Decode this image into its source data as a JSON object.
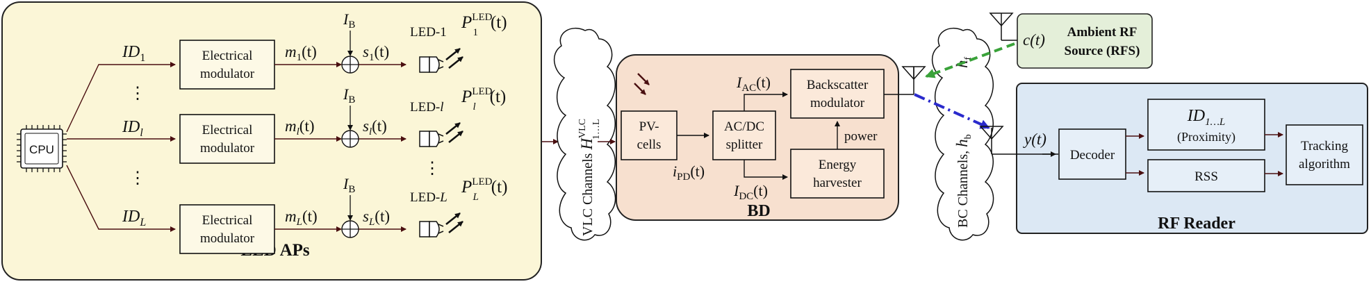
{
  "colors": {
    "led_panel_fill": "#fbf6d7",
    "bd_panel_fill": "#f7e0cf",
    "reader_panel_fill": "#dce8f4",
    "rfs_fill": "#e4efd9",
    "signal_arrow": "#4a0f10",
    "ambient_arrow": "#3aa23a",
    "backscatter_arrow": "#2a2acc"
  },
  "led_aps": {
    "title": "LED APs",
    "cpu_label": "CPU",
    "ellipsis": "⋮",
    "branches": [
      {
        "id_main": "ID",
        "id_sub": "1",
        "modulator": [
          "Electrical",
          "modulator"
        ],
        "m_main": "m",
        "m_sub": "1",
        "m_arg": "(t)",
        "bias_main": "I",
        "bias_sub": "B",
        "s_main": "s",
        "s_sub": "1",
        "s_arg": "(t)",
        "led_main": "LED-",
        "led_idx": "1",
        "p_main": "P",
        "p_sub": "1",
        "p_sup": "LED",
        "p_arg": "(t)"
      },
      {
        "id_main": "ID",
        "id_sub": "l",
        "modulator": [
          "Electrical",
          "modulator"
        ],
        "m_main": "m",
        "m_sub": "l",
        "m_arg": "(t)",
        "bias_main": "I",
        "bias_sub": "B",
        "s_main": "s",
        "s_sub": "l",
        "s_arg": "(t)",
        "led_main": "LED-",
        "led_idx": "l",
        "p_main": "P",
        "p_sub": "l",
        "p_sup": "LED",
        "p_arg": "(t)"
      },
      {
        "id_main": "ID",
        "id_sub": "L",
        "modulator": [
          "Electrical",
          "modulator"
        ],
        "m_main": "m",
        "m_sub": "L",
        "m_arg": "(t)",
        "bias_main": "I",
        "bias_sub": "B",
        "s_main": "s",
        "s_sub": "L",
        "s_arg": "(t)",
        "led_main": "LED-",
        "led_idx": "L",
        "p_main": "P",
        "p_sub": "L",
        "p_sup": "LED",
        "p_arg": "(t)"
      }
    ]
  },
  "vlc": {
    "label": "VLC Channels ",
    "h_main": "H",
    "h_sup": "VLC",
    "h_sub": "1…L"
  },
  "bd": {
    "title": "BD",
    "pv": [
      "PV-",
      "cells"
    ],
    "splitter": [
      "AC/DC",
      "splitter"
    ],
    "backscatter_mod": [
      "Backscatter",
      "modulator"
    ],
    "harvester": [
      "Energy",
      "harvester"
    ],
    "power_label": "power",
    "i_ac_main": "I",
    "i_ac_sub": "AC",
    "i_ac_arg": "(t)",
    "i_dc_main": "I",
    "i_dc_sub": "DC",
    "i_dc_arg": "(t)",
    "i_pd_main": "i",
    "i_pd_sub": "PD",
    "i_pd_arg": "(t)"
  },
  "bc": {
    "label": "BC Channels, ",
    "h_b_main": "h",
    "h_b_sub": "b",
    "h_f_main": "h",
    "h_f_sub": "f"
  },
  "rfs": {
    "signal": "c(t)",
    "label": [
      "Ambient RF",
      "Source (RFS)"
    ]
  },
  "reader": {
    "title": "RF Reader",
    "y_label": "y(t)",
    "decoder": "Decoder",
    "id_main": "ID",
    "id_sub": "1…L",
    "proximity": "(Proximity)",
    "rss": "RSS",
    "tracking": [
      "Tracking",
      "algorithm"
    ]
  }
}
